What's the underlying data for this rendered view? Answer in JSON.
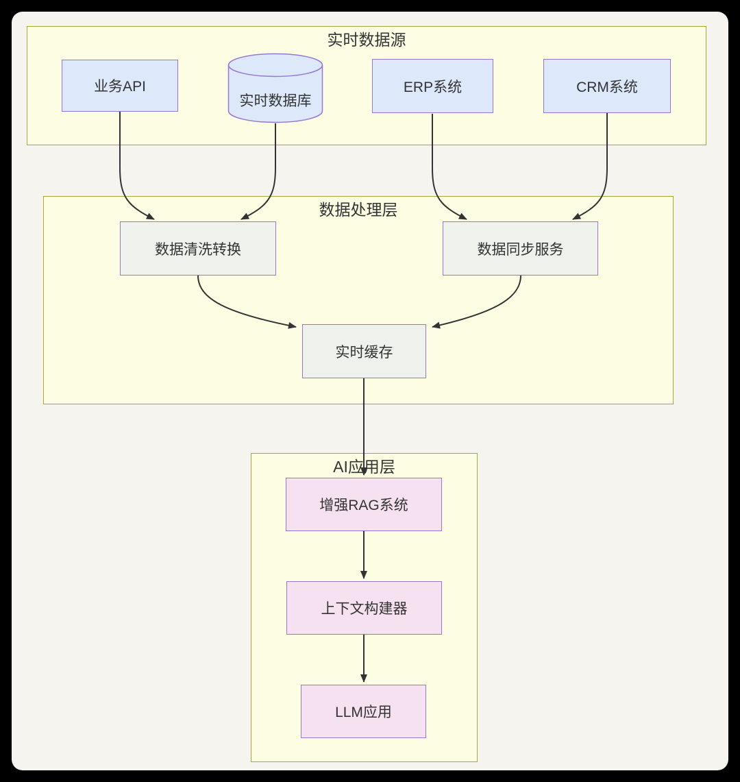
{
  "diagram": {
    "type": "flowchart",
    "layers": {
      "source": {
        "title": "实时数据源"
      },
      "processing": {
        "title": "数据处理层"
      },
      "ai": {
        "title": "AI应用层"
      }
    },
    "nodes": {
      "business_api": {
        "label": "业务API",
        "shape": "rect",
        "layer": "source"
      },
      "realtime_db": {
        "label": "实时数据库",
        "shape": "cylinder",
        "layer": "source"
      },
      "erp": {
        "label": "ERP系统",
        "shape": "rect",
        "layer": "source"
      },
      "crm": {
        "label": "CRM系统",
        "shape": "rect",
        "layer": "source"
      },
      "cleaning": {
        "label": "数据清洗转换",
        "shape": "rect",
        "layer": "processing"
      },
      "sync": {
        "label": "数据同步服务",
        "shape": "rect",
        "layer": "processing"
      },
      "cache": {
        "label": "实时缓存",
        "shape": "rect",
        "layer": "processing"
      },
      "rag": {
        "label": "增强RAG系统",
        "shape": "rect",
        "layer": "ai"
      },
      "context_builder": {
        "label": "上下文构建器",
        "shape": "rect",
        "layer": "ai"
      },
      "llm_app": {
        "label": "LLM应用",
        "shape": "rect",
        "layer": "ai"
      }
    },
    "edges": [
      {
        "from": "business_api",
        "to": "cleaning"
      },
      {
        "from": "realtime_db",
        "to": "cleaning"
      },
      {
        "from": "erp",
        "to": "sync"
      },
      {
        "from": "crm",
        "to": "sync"
      },
      {
        "from": "cleaning",
        "to": "cache"
      },
      {
        "from": "sync",
        "to": "cache"
      },
      {
        "from": "cache",
        "to": "rag"
      },
      {
        "from": "rag",
        "to": "context_builder"
      },
      {
        "from": "context_builder",
        "to": "llm_app"
      }
    ],
    "colors": {
      "frame_bg": "#000000",
      "canvas_bg": "#f5f4ef",
      "layer_fill": "#fdfde3",
      "layer_border": "#a9a837",
      "source_node_fill": "#dde9fb",
      "process_node_fill": "#eef1ec",
      "ai_node_fill": "#f5e1ef",
      "node_border": "#9775d3",
      "edge_color": "#333333",
      "text_color": "#333333"
    }
  }
}
